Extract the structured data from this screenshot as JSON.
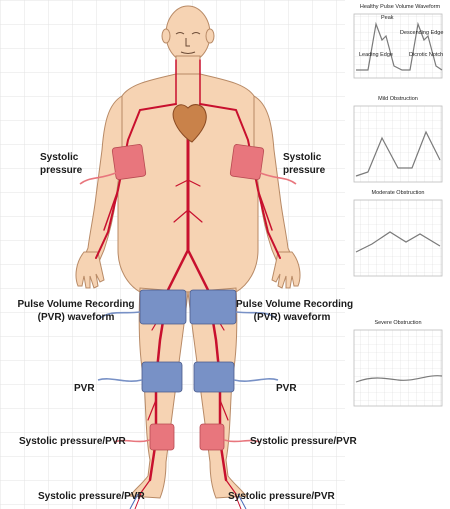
{
  "colors": {
    "skin": "#f6d3b3",
    "skin_outline": "#b88a66",
    "artery": "#c8102e",
    "cuff_red": "#e8767d",
    "cuff_blue": "#7891c6",
    "grid": "#d9d9d9",
    "wave": "#7a7a7a"
  },
  "labels": {
    "left_arm": [
      "Systolic",
      "pressure"
    ],
    "right_arm": [
      "Systolic",
      "pressure"
    ],
    "left_thigh": [
      "Pulse Volume Recording",
      "(PVR) waveform"
    ],
    "right_thigh": [
      "Pulse Volume Recording",
      "(PVR) waveform"
    ],
    "left_calf": "PVR",
    "right_calf": "PVR",
    "left_ankle": "Systolic pressure/PVR",
    "right_ankle": "Systolic pressure/PVR",
    "left_foot": "Systolic pressure/PVR",
    "right_foot": "Systolic pressure/PVR"
  },
  "panels": {
    "healthy": {
      "title": "Healthy Pulse Volume Waveform",
      "annotations": {
        "peak": "Peak",
        "descending": "Descending Edge",
        "leading": "Leading Edge",
        "dicrotic": "Dicrotic Notch"
      }
    },
    "mild": {
      "title": "Mild Obstruction"
    },
    "moderate": {
      "title": "Moderate Obstruction"
    },
    "severe": {
      "title": "Severe Obstruction"
    }
  }
}
